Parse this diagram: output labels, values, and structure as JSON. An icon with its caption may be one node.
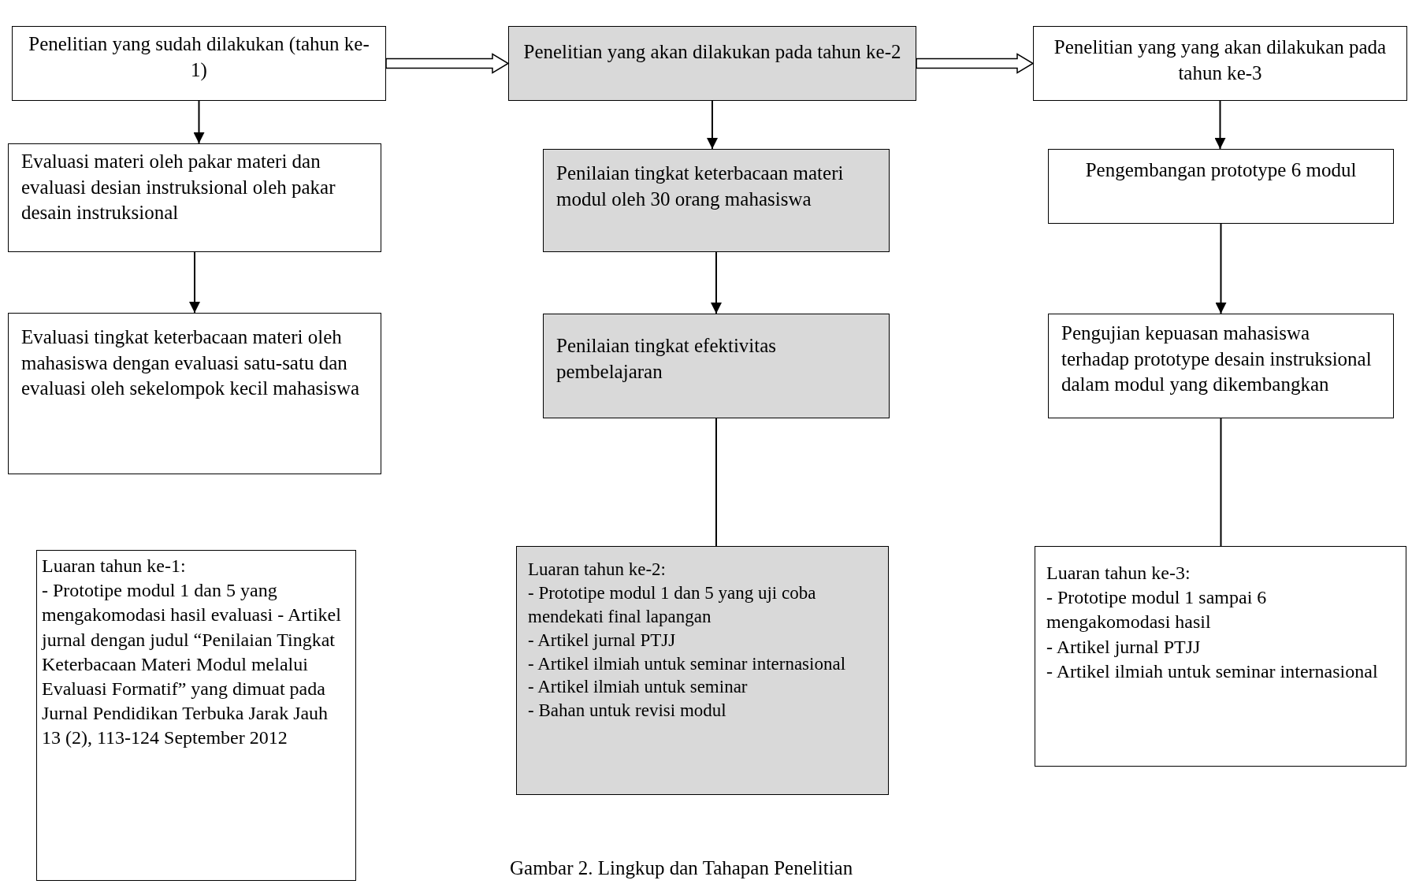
{
  "diagram": {
    "caption": "Gambar 2. Lingkup dan Tahapan Penelitian",
    "nodes": [
      {
        "text": [
          "Penelitian yang sudah dilakukan (tahun ke-1)"
        ]
      },
      {
        "text": [
          "Evaluasi materi oleh pakar materi dan evaluasi desian instruksional oleh pakar desain instruksional"
        ]
      },
      {
        "text": [
          "Evaluasi tingkat keterbacaan materi oleh mahasiswa dengan evaluasi satu-satu dan evaluasi oleh sekelompok kecil mahasiswa"
        ]
      },
      {
        "text": [
          "Luaran tahun ke-1:",
          "- Prototipe modul 1 dan 5 yang mengakomodasi hasil evaluasi - Artikel jurnal dengan judul “Penilaian Tingkat Keterbacaan Materi Modul melalui Evaluasi Formatif” yang dimuat pada Jurnal Pendidikan Terbuka Jarak Jauh 13 (2), 113-124 September 2012"
        ]
      },
      {
        "text": [
          "Penelitian yang akan dilakukan pada tahun ke-2"
        ]
      },
      {
        "text": [
          "Penilaian tingkat keterbacaan materi modul oleh 30 orang mahasiswa"
        ]
      },
      {
        "text": [
          "Penilaian tingkat efektivitas pembelajaran"
        ]
      },
      {
        "text": [
          "Luaran tahun ke-2:",
          "- Prototipe modul 1 dan 5 yang uji coba mendekati final lapangan",
          "- Artikel jurnal PTJJ",
          "- Artikel ilmiah untuk seminar internasional",
          "- Artikel ilmiah untuk seminar",
          "- Bahan untuk revisi modul"
        ]
      },
      {
        "text": [
          "Penelitian yang yang akan dilakukan pada tahun ke-3"
        ]
      },
      {
        "text": [
          "Pengembangan prototype 6 modul"
        ]
      },
      {
        "text": [
          "Pengujian kepuasan mahasiswa terhadap prototype desain instruksional dalam modul yang dikembangkan"
        ]
      },
      {
        "text": [
          "Luaran tahun ke-3:",
          "- Prototipe modul 1 sampai 6 mengakomodasi hasil",
          "- Artikel jurnal PTJJ",
          "- Artikel ilmiah untuk seminar internasional"
        ]
      }
    ],
    "edges": [
      {
        "from": 0,
        "to": 1,
        "arrow": "to"
      },
      {
        "from": 1,
        "to": 2,
        "arrow": "to"
      },
      {
        "from": 0,
        "to": 4,
        "arrow": "to",
        "style": "thick"
      },
      {
        "from": 4,
        "to": 5,
        "arrow": "to"
      },
      {
        "from": 5,
        "to": 6,
        "arrow": "to"
      },
      {
        "from": 6,
        "to": 7,
        "arrow": "none"
      },
      {
        "from": 4,
        "to": 8,
        "arrow": "to",
        "style": "thick"
      },
      {
        "from": 8,
        "to": 9,
        "arrow": "to"
      },
      {
        "from": 9,
        "to": 10,
        "arrow": "to"
      },
      {
        "from": 10,
        "to": 11,
        "arrow": "none"
      }
    ]
  }
}
